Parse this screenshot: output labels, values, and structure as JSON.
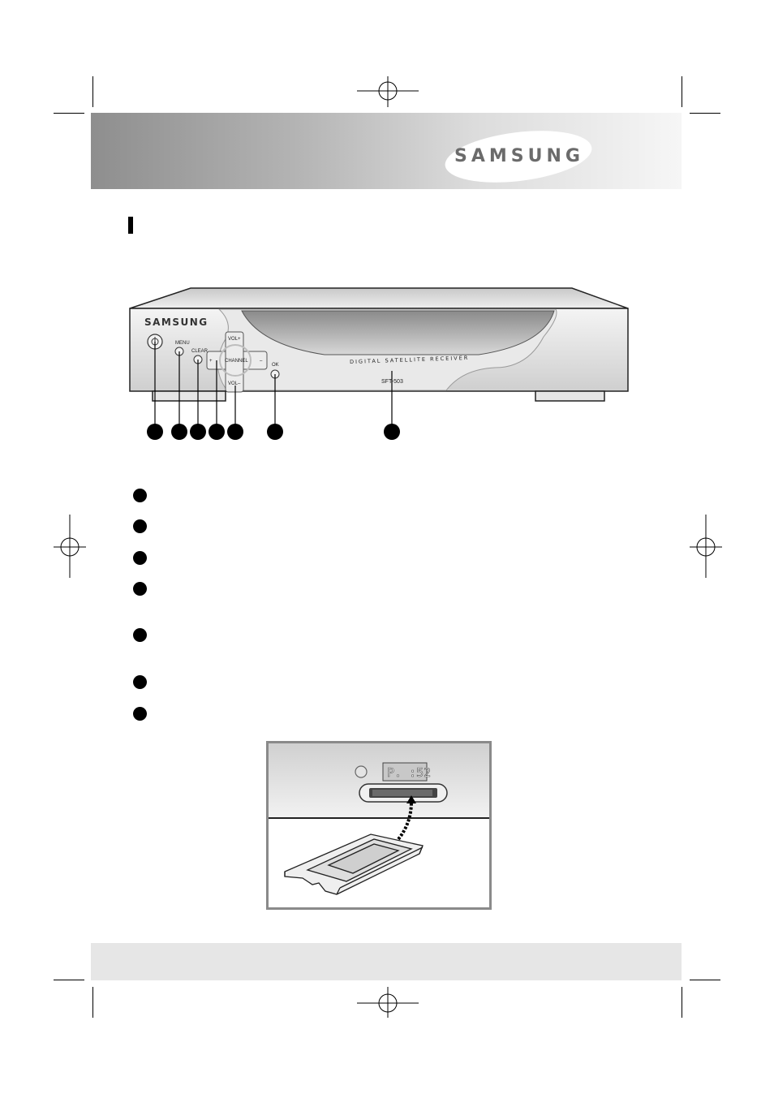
{
  "header": {
    "brand_logo": "SAMSUNG"
  },
  "device": {
    "brand_logo": "SAMSUNG",
    "labels": {
      "menu": "MENU",
      "clear": "CLEAR",
      "vol_up": "VOL+",
      "vol_down": "VOL–",
      "channel": "CHANNEL",
      "plus": "+",
      "minus": "–",
      "ok": "OK",
      "product_name": "DIGITAL SATELLITE RECEIVER",
      "model": "SFT-503"
    }
  },
  "card_illustration": {
    "display_text": "P. :52"
  },
  "colors": {
    "header_dark": "#8e8e8e",
    "header_light": "#f6f6f6",
    "footer": "#e6e6e6",
    "callout": "#000000"
  }
}
